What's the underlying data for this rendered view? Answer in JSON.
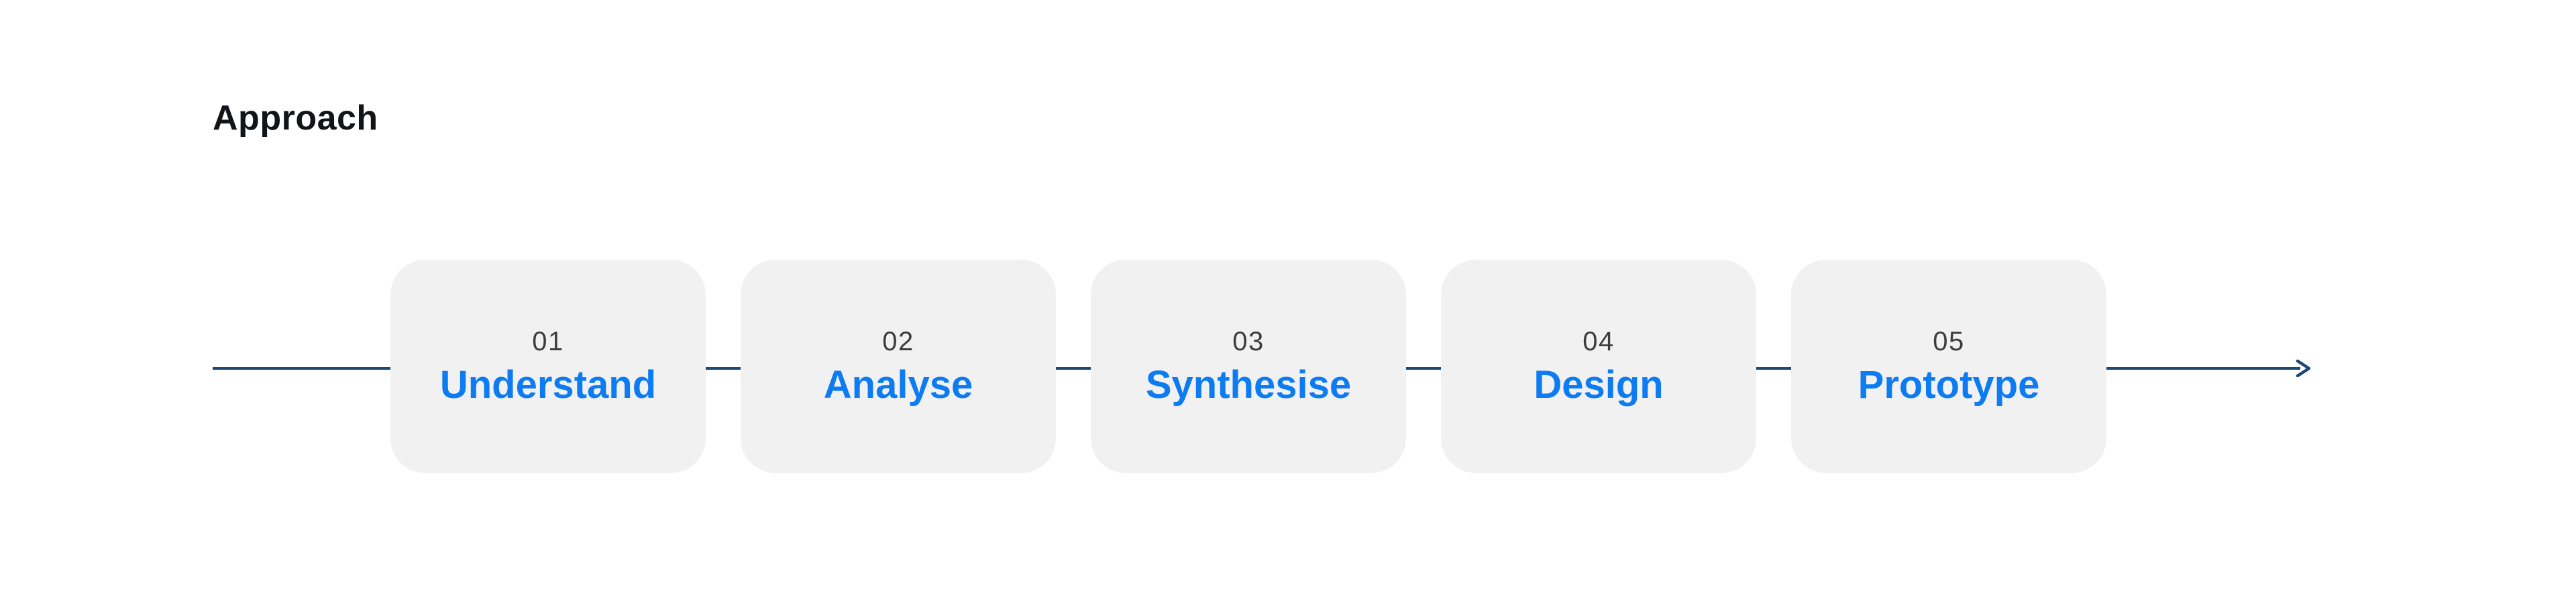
{
  "page": {
    "title": "Approach",
    "background_color": "#ffffff",
    "title_color": "#111418"
  },
  "timeline": {
    "direction": "left-to-right",
    "arrow_color": "#1d4a74",
    "arrow_head_icon": "chevron-right",
    "box_background_color": "#f1f1f2",
    "number_color": "#3d3d3d",
    "label_color": "#0d7bf2",
    "steps": [
      {
        "number": "01",
        "label": "Understand"
      },
      {
        "number": "02",
        "label": "Analyse"
      },
      {
        "number": "03",
        "label": "Synthesise"
      },
      {
        "number": "04",
        "label": "Design"
      },
      {
        "number": "05",
        "label": "Prototype"
      }
    ]
  }
}
